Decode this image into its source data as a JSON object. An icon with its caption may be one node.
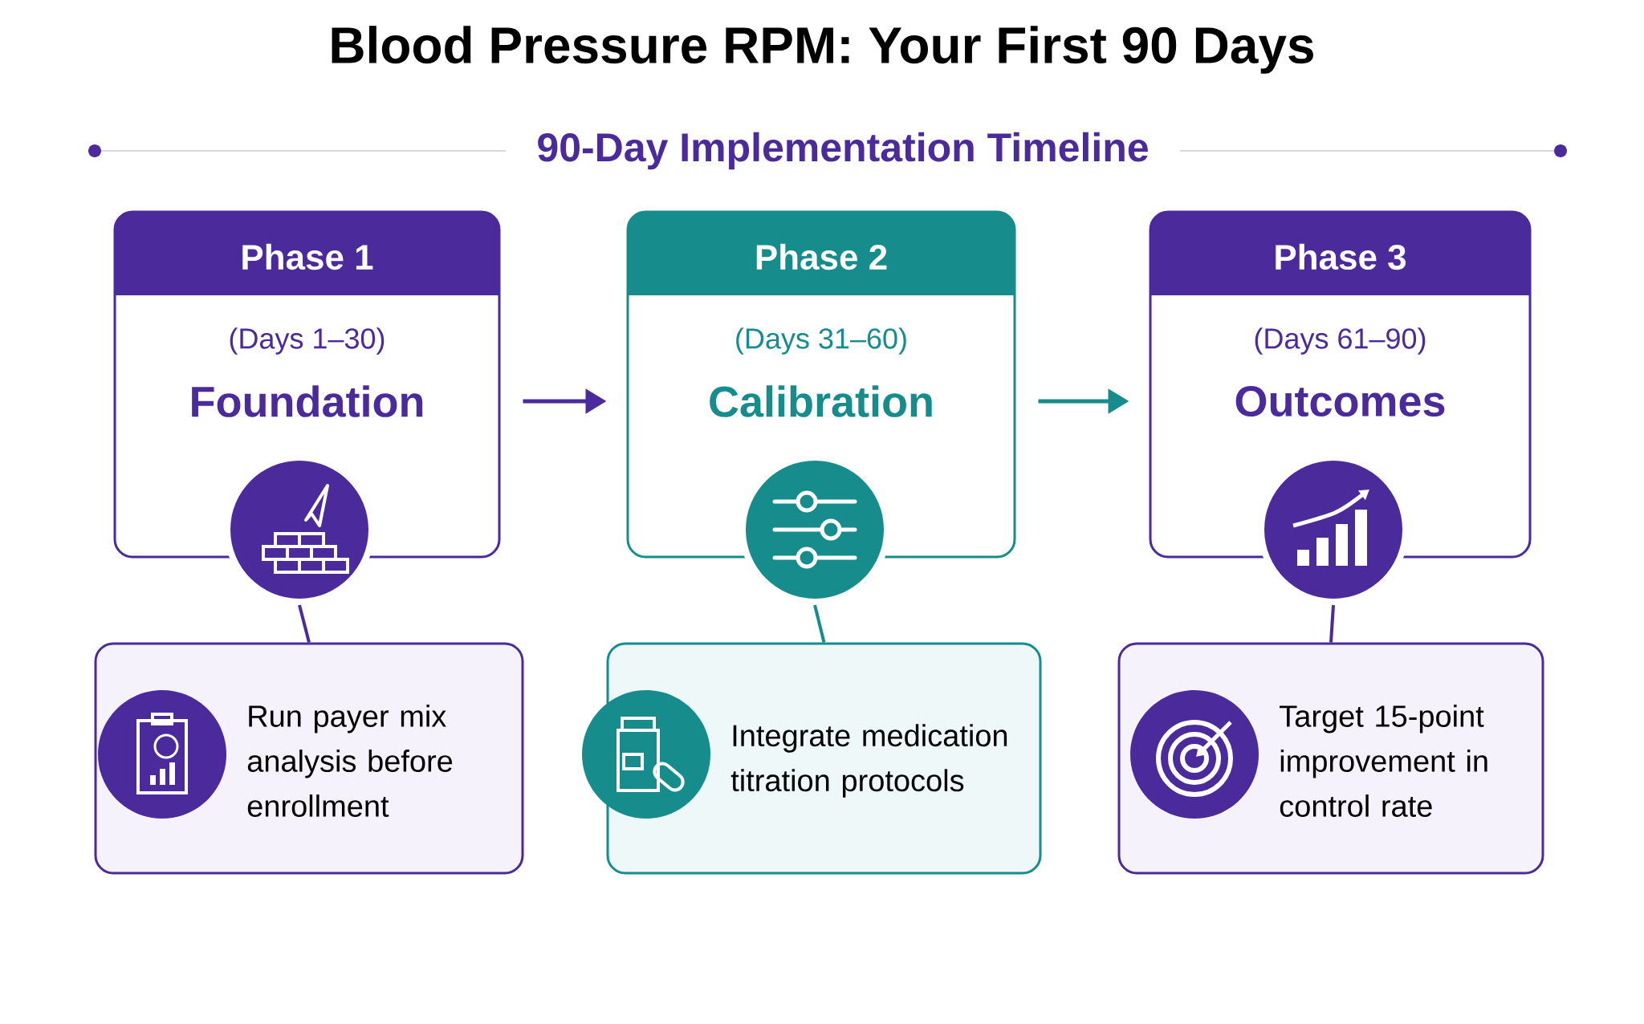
{
  "diagram": {
    "title": "Blood Pressure RPM: Your First 90 Days",
    "nodes": [
      {
        "text": [
          "Phase 1",
          "(Days 1–30)",
          "Foundation"
        ]
      },
      {
        "text": [],
        "shape": "circle"
      },
      {
        "text": [
          "Run payer mix analysis before enrollment"
        ]
      },
      {
        "text": [
          "Phase 2",
          "(Days 31–60)",
          "Calibration"
        ]
      },
      {
        "text": [],
        "shape": "circle"
      },
      {
        "text": [
          "Integrate medication titration protocols"
        ]
      },
      {
        "text": [
          "Phase 3",
          "(Days 61–90)",
          "Outcomes"
        ]
      },
      {
        "text": [],
        "shape": "circle"
      },
      {
        "text": [
          "Target 15-point improvement in control rate"
        ]
      }
    ],
    "edges": [
      {
        "from": 0,
        "to": 3,
        "arrow": "to"
      },
      {
        "from": 3,
        "to": 6,
        "arrow": "to",
        "color": "#178c8c"
      },
      {
        "from": 1,
        "to": 2,
        "arrow": "none"
      },
      {
        "from": 4,
        "to": 5,
        "arrow": "none",
        "color": "#178c8c"
      },
      {
        "from": 7,
        "to": 8,
        "arrow": "none"
      }
    ],
    "labels": [
      "90-Day Implementation Timeline"
    ]
  }
}
